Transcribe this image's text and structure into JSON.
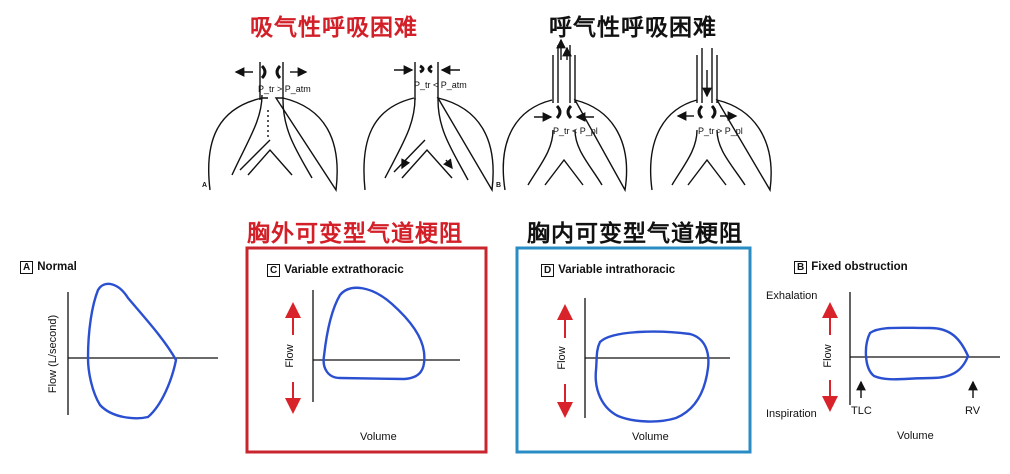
{
  "headings": {
    "inspiratory_difficulty": "吸气性呼吸困难",
    "expiratory_difficulty": "呼气性呼吸困难",
    "extrathoracic_obstruction": "胸外可变型气道梗阻",
    "intrathoracic_obstruction": "胸内可变型气道梗阻"
  },
  "airway_panels": {
    "panel_a_letter": "A",
    "panel_b_letter": "B",
    "label_1": "P_tr > P_atm",
    "label_2": "P_tr < P_atm",
    "label_3": "P_tr < P_pl",
    "label_4": "P_tr > P_pl"
  },
  "loops": {
    "normal": {
      "letter": "A",
      "title": "Normal",
      "ylabel": "Flow (L/second)"
    },
    "extrathoracic": {
      "letter": "C",
      "title": "Variable extrathoracic",
      "ylabel": "Flow",
      "xlabel": "Volume"
    },
    "intrathoracic": {
      "letter": "D",
      "title": "Variable intrathoracic",
      "ylabel": "Flow",
      "xlabel": "Volume"
    },
    "fixed": {
      "letter": "B",
      "title": "Fixed obstruction",
      "ylabel": "Flow",
      "xlabel": "Volume",
      "exhalation": "Exhalation",
      "inspiration": "Inspiration",
      "tlc": "TLC",
      "rv": "RV"
    }
  },
  "colors": {
    "loop": "#2a4fd0",
    "arrow_red": "#d8232a",
    "heading_red": "#d21f28",
    "box_red": "#c9252e",
    "box_blue": "#2a8cc4"
  }
}
